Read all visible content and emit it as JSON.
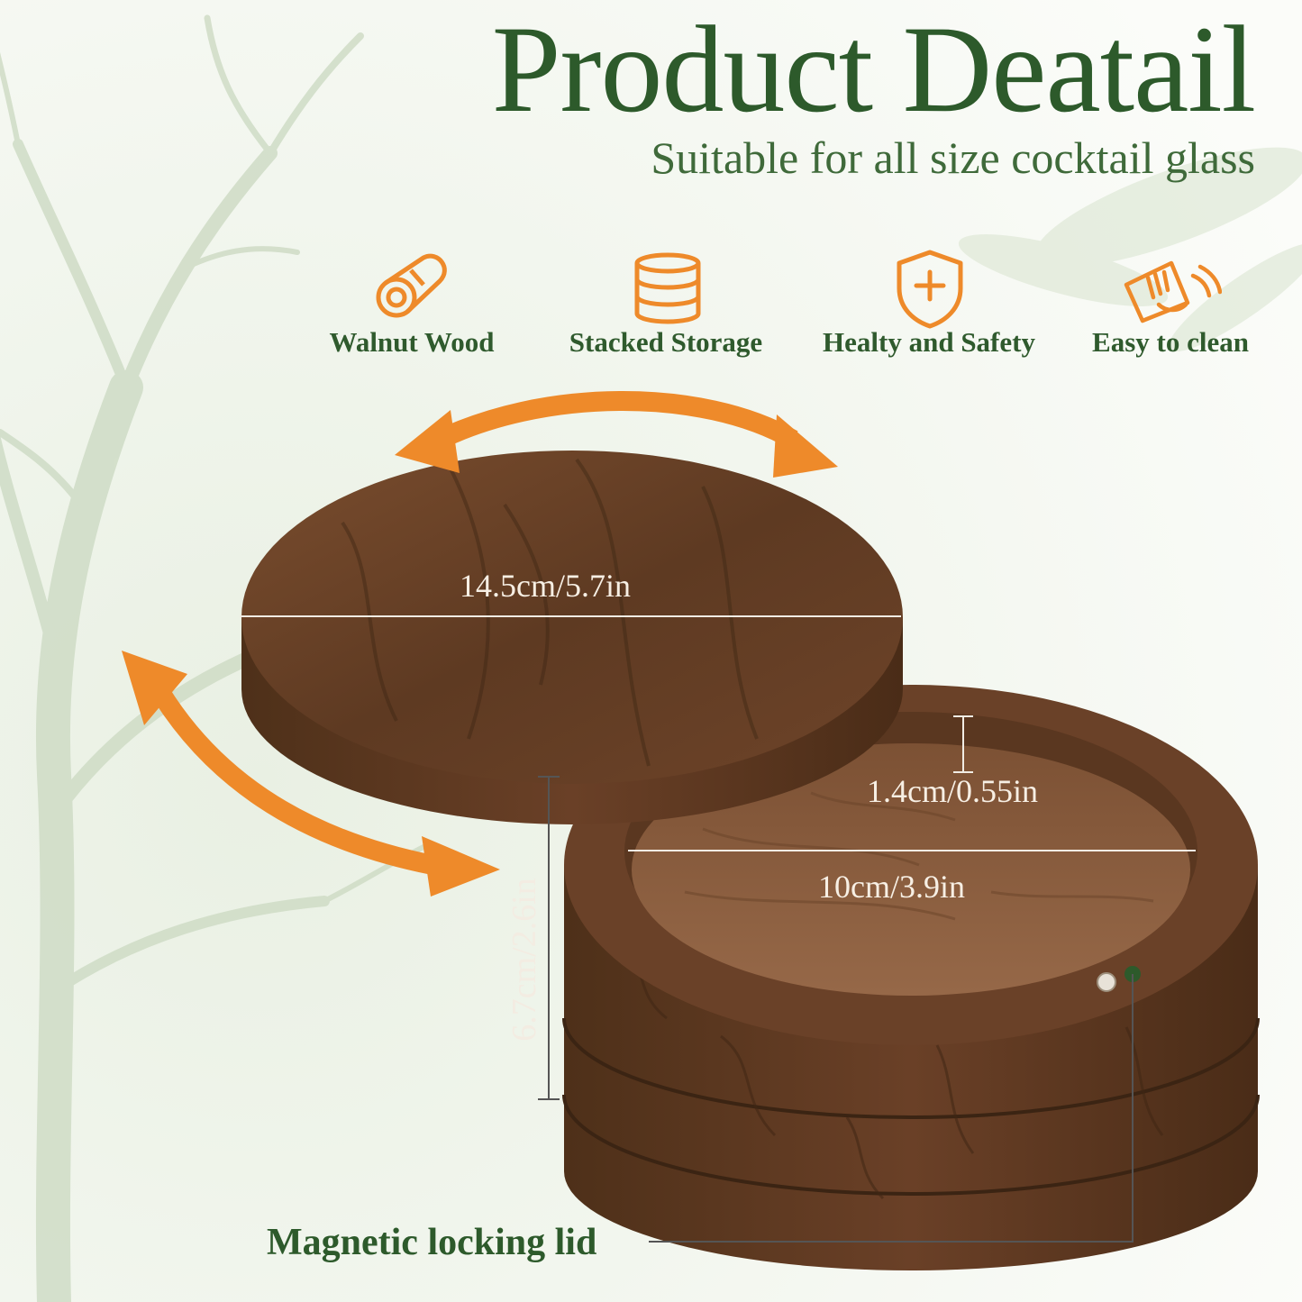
{
  "header": {
    "title": "Product Deatail",
    "subtitle": "Suitable for all size cocktail glass"
  },
  "features": [
    {
      "label": "Walnut Wood",
      "icon": "log-icon"
    },
    {
      "label": "Stacked Storage",
      "icon": "stack-icon"
    },
    {
      "label": "Healty and Safety",
      "icon": "shield-plus-icon"
    },
    {
      "label": "Easy to clean",
      "icon": "hand-wipe-icon"
    }
  ],
  "dimensions": {
    "lid_diameter": "14.5cm/5.7in",
    "depth": "1.4cm/0.55in",
    "inner_diameter": "10cm/3.9in",
    "height": "6.7cm/2.6in"
  },
  "callout": {
    "label": "Magnetic locking lid"
  },
  "colors": {
    "brand_green": "#2d5a2b",
    "accent_orange": "#ee8a2a",
    "walnut": "#6b4226"
  }
}
